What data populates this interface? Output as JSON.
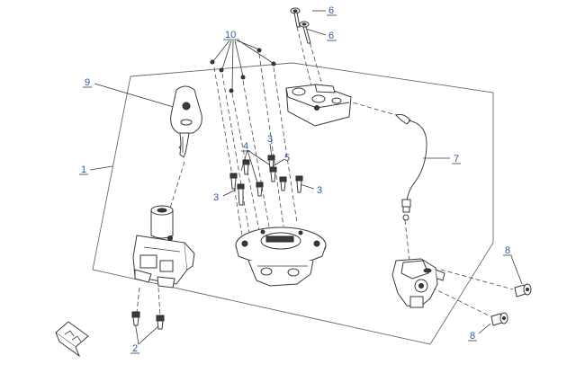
{
  "callouts": [
    {
      "id": "c6a",
      "label": "6"
    },
    {
      "id": "c6b",
      "label": "6"
    },
    {
      "id": "c10",
      "label": "10"
    },
    {
      "id": "c9",
      "label": "9"
    },
    {
      "id": "c1",
      "label": "1"
    },
    {
      "id": "c4",
      "label": "4"
    },
    {
      "id": "c3a",
      "label": "3"
    },
    {
      "id": "c5",
      "label": "5"
    },
    {
      "id": "c3b",
      "label": "3"
    },
    {
      "id": "c3c",
      "label": "3"
    },
    {
      "id": "c7",
      "label": "7"
    },
    {
      "id": "c8a",
      "label": "8"
    },
    {
      "id": "c8b",
      "label": "8"
    },
    {
      "id": "c2",
      "label": "2"
    }
  ]
}
